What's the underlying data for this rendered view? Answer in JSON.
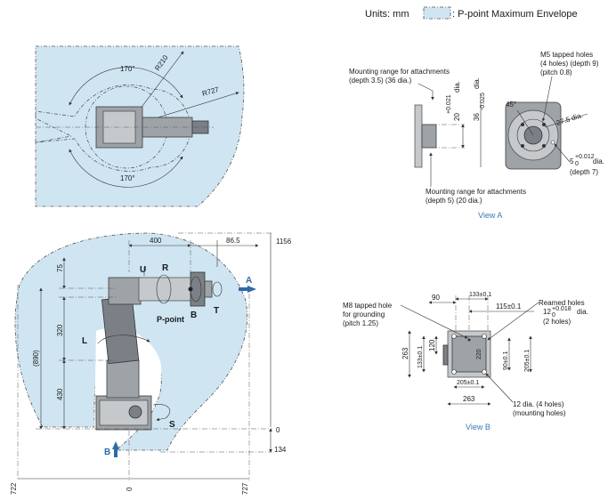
{
  "header": {
    "units": "Units: mm",
    "legend_text": ": P-point Maximum Envelope"
  },
  "top_view": {
    "angle_top": "170°",
    "angle_bottom": "170°",
    "r_inner": "R210",
    "r_outer": "R727"
  },
  "side_view": {
    "dim_400": "400",
    "dim_86_5": "86.5",
    "dim_1156": "1156",
    "dim_75": "75",
    "dim_320": "320",
    "dim_430": "430",
    "dim_890": "(890)",
    "dim_0_right": "0",
    "dim_134": "134",
    "dim_722_left": "722",
    "dim_0_bottom": "0",
    "dim_727": "727",
    "axis_u": "U",
    "axis_r": "R",
    "axis_b": "B",
    "axis_t": "T",
    "axis_l": "L",
    "axis_s": "S",
    "p_point": "P-point",
    "arrow_a": "A",
    "arrow_b": "B"
  },
  "view_a": {
    "caption": "View A",
    "attach_top_1": "Mounting range for attachments",
    "attach_top_2": "(depth 3.5) (36 dia.)",
    "attach_bottom_1": "Mounting range for attachments",
    "attach_bottom_2": "(depth 5) (20 dia.)",
    "dia_20": "20",
    "tol_20": "+0.021",
    "tol_20b": "0",
    "dia_20_suffix": "dia.",
    "dia_36": "36",
    "tol_36": "0",
    "tol_36b": "-0.025",
    "dia_36_suffix": "dia.",
    "m5_1": "M5 tapped holes",
    "m5_2": "(4 holes) (depth 9)",
    "m5_3": "(pitch 0.8)",
    "angle_45": "45°",
    "dia_27_5": "27.5 dia.",
    "dia_5": "5",
    "tol_5": "+0.012",
    "tol_5b": "0",
    "dia_5_suffix": "dia.",
    "depth_7": "(depth 7)"
  },
  "view_b": {
    "caption": "View B",
    "dim_90": "90",
    "dim_133_top": "133±0.1",
    "dim_115": "115±0.1",
    "ground_1": "M8 tapped hole",
    "ground_2": "for grounding",
    "ground_3": "(pitch 1.25)",
    "reamed_1": "Reamed holes",
    "reamed_2a": "12",
    "reamed_tol": "+0.018",
    "reamed_tolb": "0",
    "reamed_2b": "dia.",
    "reamed_3": "(2 holes)",
    "dim_263_left": "263",
    "dim_133_left": "133±0.1",
    "dim_120": "120",
    "dim_220": "220",
    "dim_90_right": "90±0.1",
    "dim_205_right": "205±0.1",
    "dim_205_bottom": "205±0.1",
    "dim_263_bottom": "263",
    "holes_1": "12 dia. (4 holes)",
    "holes_2": "(mounting holes)"
  }
}
